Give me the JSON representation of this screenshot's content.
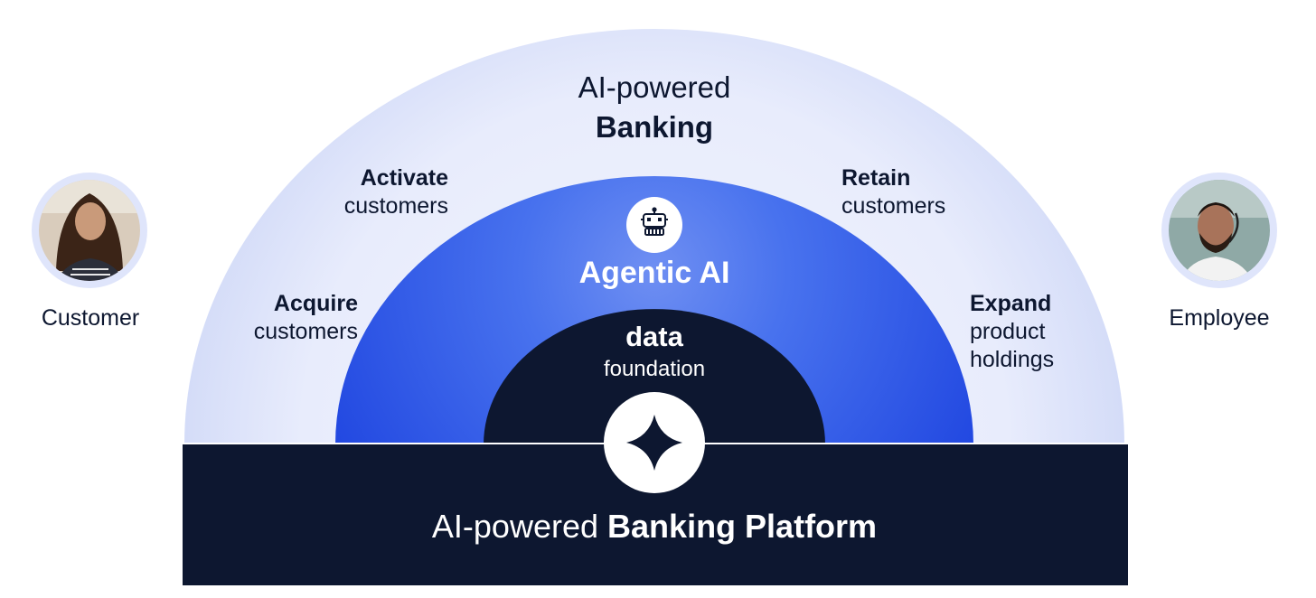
{
  "outer_arc": {
    "title_line1": "AI-powered",
    "title_line2": "Banking",
    "stages": {
      "activate": {
        "bold": "Activate",
        "rest": "customers"
      },
      "retain": {
        "bold": "Retain",
        "rest": "customers"
      },
      "acquire": {
        "bold": "Acquire",
        "rest": "customers"
      },
      "expand": {
        "bold": "Expand",
        "rest_line1": "product",
        "rest_line2": "holdings"
      }
    },
    "fill_color": "#dfe5fb"
  },
  "middle_arc": {
    "title": "Agentic AI",
    "icon": "robot-icon",
    "fill_color": "#2f5be8"
  },
  "inner_arc": {
    "title": "data",
    "subtitle": "foundation",
    "fill_color": "#0d1730"
  },
  "platform": {
    "label_regular": "AI-powered",
    "label_bold": "Banking Platform",
    "icon": "sparkle-star-icon",
    "fill_color": "#0d1730"
  },
  "personas": {
    "left": {
      "label": "Customer"
    },
    "right": {
      "label": "Employee"
    }
  }
}
